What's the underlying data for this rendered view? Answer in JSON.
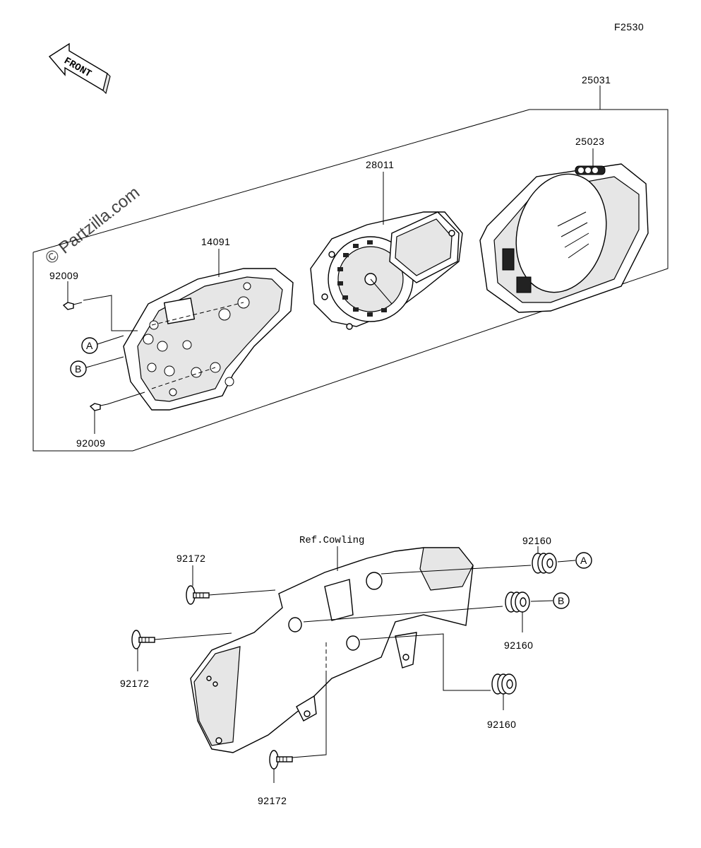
{
  "figure_code": "F2530",
  "watermark": "© Partzilla.com",
  "front_arrow": "FRONT",
  "ref_note": "Ref.Cowling",
  "callouts": {
    "A": "A",
    "B": "B"
  },
  "parts": {
    "assy": "25031",
    "case": "25023",
    "meter": "28011",
    "cover": "14091",
    "screw_top": "92009",
    "screw_bottom": "92009",
    "grommet_a": "92160",
    "grommet_b": "92160",
    "grommet_c": "92160",
    "bolt_top": "92172",
    "bolt_mid": "92172",
    "bolt_bottom": "92172"
  }
}
